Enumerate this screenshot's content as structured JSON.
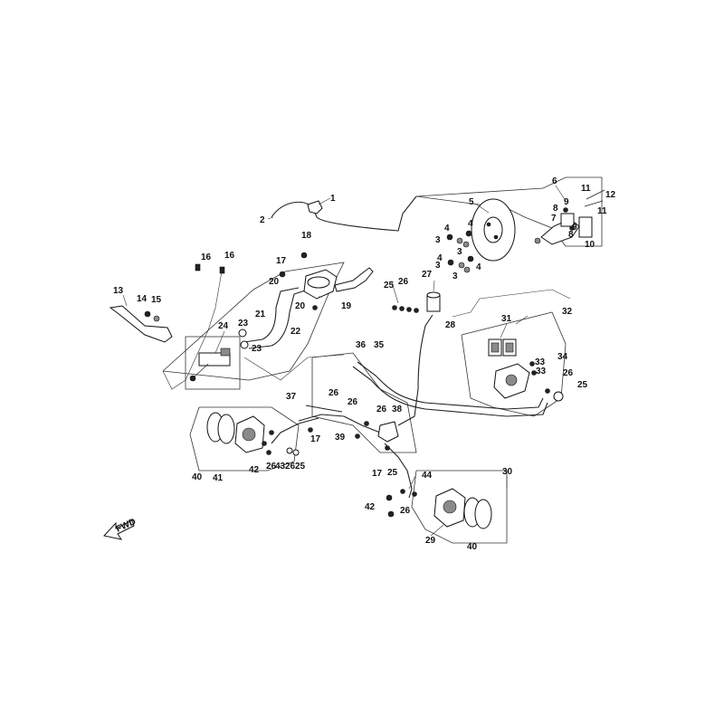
{
  "diagram": {
    "fwd_label": "FWD",
    "callouts": [
      {
        "id": "c1",
        "text": "1"
      },
      {
        "id": "c2",
        "text": "2"
      },
      {
        "id": "c3a",
        "text": "3"
      },
      {
        "id": "c3b",
        "text": "3"
      },
      {
        "id": "c3c",
        "text": "3"
      },
      {
        "id": "c3d",
        "text": "3"
      },
      {
        "id": "c4a",
        "text": "4"
      },
      {
        "id": "c4b",
        "text": "4"
      },
      {
        "id": "c4c",
        "text": "4"
      },
      {
        "id": "c4d",
        "text": "4"
      },
      {
        "id": "c5",
        "text": "5"
      },
      {
        "id": "c6",
        "text": "6"
      },
      {
        "id": "c7",
        "text": "7"
      },
      {
        "id": "c8a",
        "text": "8"
      },
      {
        "id": "c8b",
        "text": "8"
      },
      {
        "id": "c9a",
        "text": "9"
      },
      {
        "id": "c9b",
        "text": "9"
      },
      {
        "id": "c10",
        "text": "10"
      },
      {
        "id": "c11a",
        "text": "11"
      },
      {
        "id": "c11b",
        "text": "11"
      },
      {
        "id": "c12",
        "text": "12"
      },
      {
        "id": "c13",
        "text": "13"
      },
      {
        "id": "c14",
        "text": "14"
      },
      {
        "id": "c15",
        "text": "15"
      },
      {
        "id": "c16a",
        "text": "16"
      },
      {
        "id": "c16b",
        "text": "16"
      },
      {
        "id": "c17a",
        "text": "17"
      },
      {
        "id": "c17b",
        "text": "17"
      },
      {
        "id": "c17c",
        "text": "17"
      },
      {
        "id": "c18",
        "text": "18"
      },
      {
        "id": "c19",
        "text": "19"
      },
      {
        "id": "c20a",
        "text": "20"
      },
      {
        "id": "c20b",
        "text": "20"
      },
      {
        "id": "c21",
        "text": "21"
      },
      {
        "id": "c22",
        "text": "22"
      },
      {
        "id": "c23a",
        "text": "23"
      },
      {
        "id": "c23b",
        "text": "23"
      },
      {
        "id": "c24",
        "text": "24"
      },
      {
        "id": "c25a",
        "text": "25"
      },
      {
        "id": "c25b",
        "text": "25"
      },
      {
        "id": "c25c",
        "text": "25"
      },
      {
        "id": "c25d",
        "text": "25"
      },
      {
        "id": "c26a",
        "text": "26"
      },
      {
        "id": "c26b",
        "text": "26"
      },
      {
        "id": "c26c",
        "text": "26"
      },
      {
        "id": "c26d",
        "text": "26"
      },
      {
        "id": "c26e",
        "text": "26"
      },
      {
        "id": "c26f",
        "text": "26"
      },
      {
        "id": "c26g",
        "text": "26"
      },
      {
        "id": "c26h",
        "text": "26"
      },
      {
        "id": "c27",
        "text": "27"
      },
      {
        "id": "c28",
        "text": "28"
      },
      {
        "id": "c29",
        "text": "29"
      },
      {
        "id": "c30",
        "text": "30"
      },
      {
        "id": "c31",
        "text": "31"
      },
      {
        "id": "c32",
        "text": "32"
      },
      {
        "id": "c33a",
        "text": "33"
      },
      {
        "id": "c33b",
        "text": "33"
      },
      {
        "id": "c34",
        "text": "34"
      },
      {
        "id": "c35",
        "text": "35"
      },
      {
        "id": "c36",
        "text": "36"
      },
      {
        "id": "c37",
        "text": "37"
      },
      {
        "id": "c38",
        "text": "38"
      },
      {
        "id": "c39",
        "text": "39"
      },
      {
        "id": "c40a",
        "text": "40"
      },
      {
        "id": "c40b",
        "text": "40"
      },
      {
        "id": "c41",
        "text": "41"
      },
      {
        "id": "c42a",
        "text": "42"
      },
      {
        "id": "c42b",
        "text": "42"
      },
      {
        "id": "c43",
        "text": "43"
      },
      {
        "id": "c44",
        "text": "44"
      }
    ]
  }
}
